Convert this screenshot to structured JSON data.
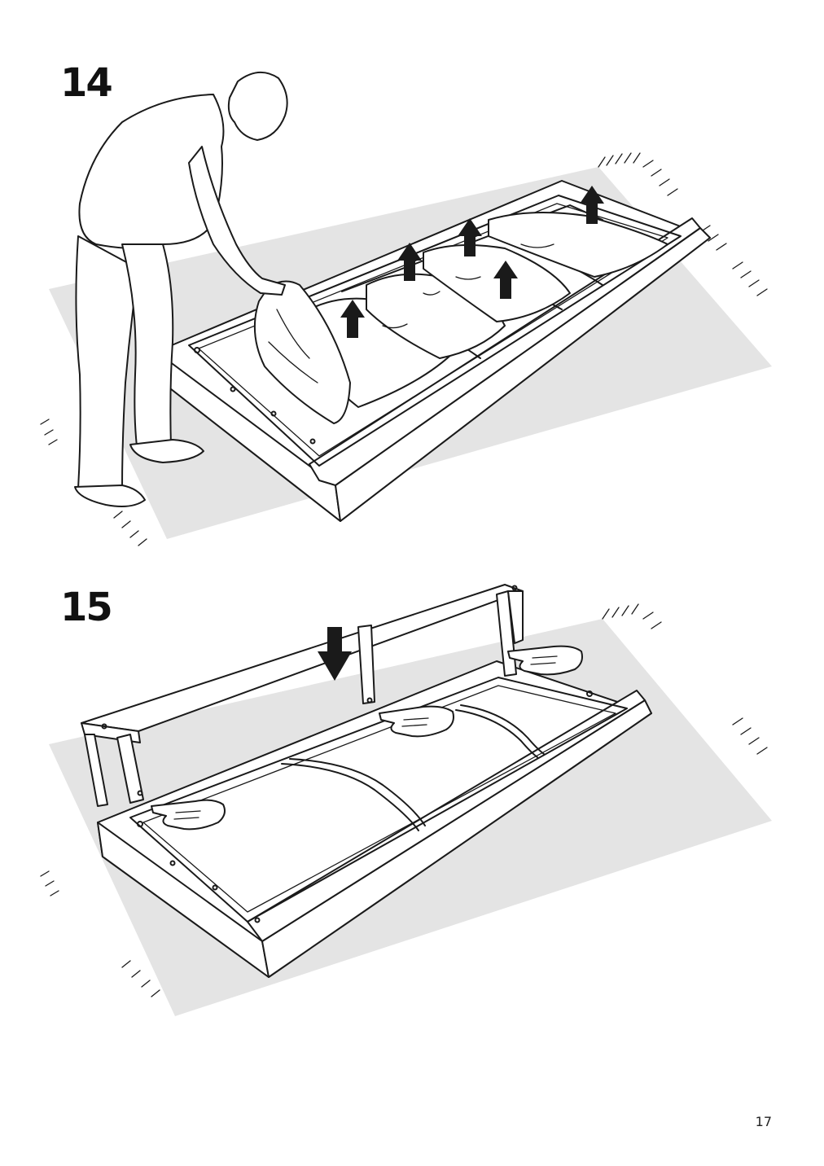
{
  "steps": [
    {
      "number": "14"
    },
    {
      "number": "15"
    }
  ],
  "page_number": "17",
  "colors": {
    "line": "#1a1a1a",
    "rug": "#e4e4e4",
    "background": "#ffffff"
  },
  "icons": [
    "person-figure",
    "up-arrow-icon",
    "down-arrow-icon",
    "pointing-hand-icon"
  ]
}
